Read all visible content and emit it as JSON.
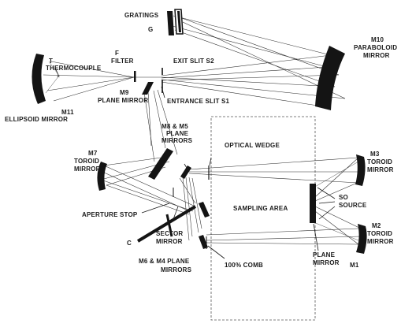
{
  "labels": {
    "gratings": "GRATINGS",
    "g": "G",
    "f": "F",
    "filter": "FILTER",
    "t": "T",
    "thermocouple": "THERMOCOUPLE",
    "exit_slit": "EXIT SLIT S2",
    "m9": "M9",
    "plane_mirror_m9": "PLANE MIRROR",
    "entrance_slit": "ENTRANCE SLIT  S1",
    "m10": "M10",
    "paraboloid": "PARABOLOID",
    "mirror_m10": "MIRROR",
    "m11": "M11",
    "ellipsoid": "ELLIPSOID MIRROR",
    "m8m5": "M8 & M5",
    "plane": "PLANE",
    "mirrors": "MIRRORS",
    "optical_wedge": "OPTICAL WEDGE",
    "m7": "M7",
    "toroid_m7": "TOROID",
    "mirror_m7": "MIRROR",
    "m3": "M3",
    "toroid_m3": "TOROID",
    "mirror_m3": "MIRROR",
    "sampling_area": "SAMPLING AREA",
    "so": "SO",
    "source": "SOURCE",
    "aperture_stop": "APERTURE STOP",
    "sector": "SECTOR",
    "sector_mirror": "MIRROR",
    "c": "C",
    "m2": "M2",
    "toroid_m2": "TOROID",
    "mirror_m2": "MIRROR",
    "m6m4": "M6 & M4 PLANE",
    "m6m4_mirrors": "MIRRORS",
    "comb": "100% COMB",
    "plane_mirror_m1a": "PLANE",
    "plane_mirror_m1b": "MIRROR",
    "m1": "M1"
  }
}
